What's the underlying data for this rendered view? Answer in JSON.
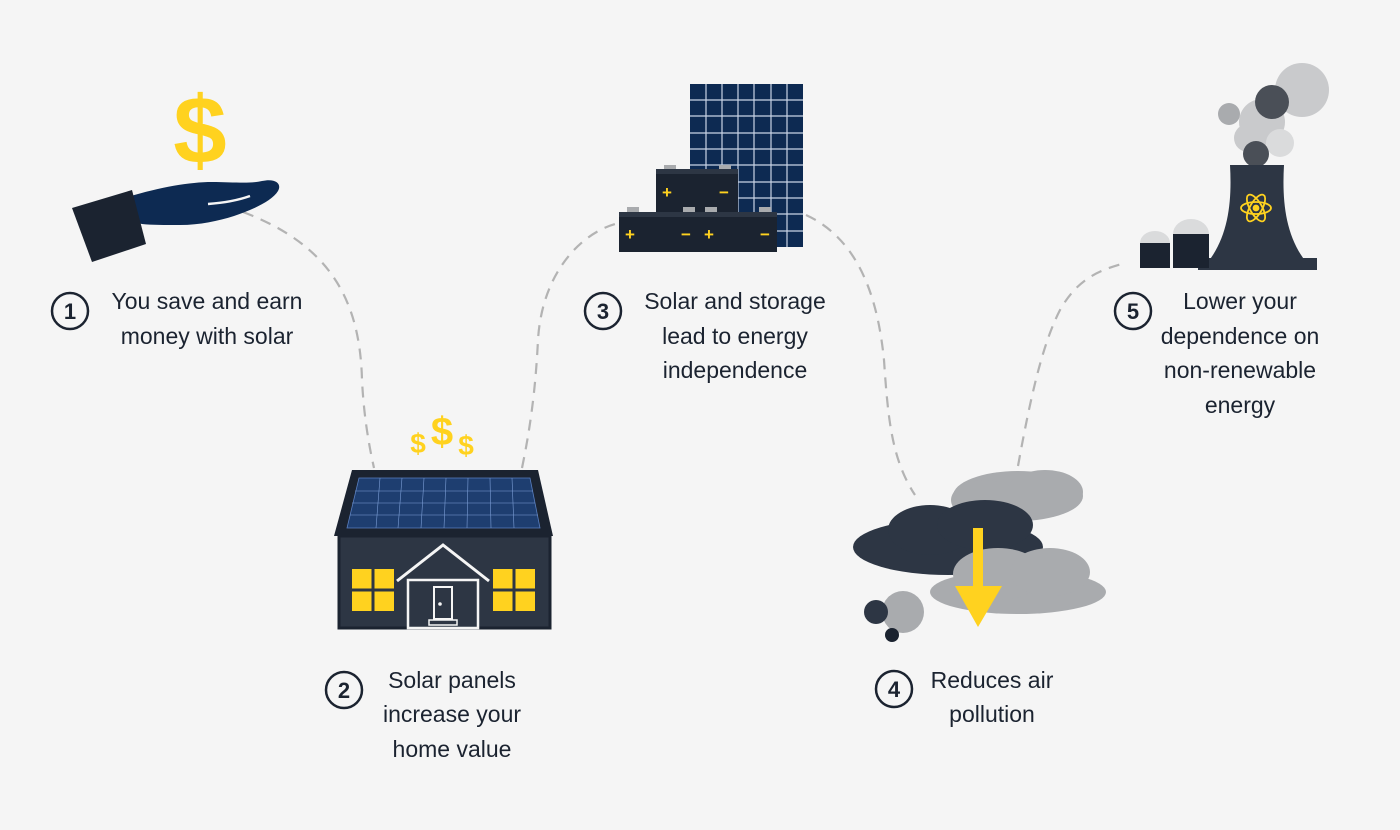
{
  "benefits": [
    {
      "number": "1",
      "lines": [
        "You save and earn",
        "money with solar"
      ],
      "icon": "hand-with-dollar-icon"
    },
    {
      "number": "2",
      "lines": [
        "Solar panels",
        "increase your",
        "home value"
      ],
      "icon": "house-with-solar-panels-icon"
    },
    {
      "number": "3",
      "lines": [
        "Solar and storage",
        "lead to energy",
        "independence"
      ],
      "icon": "solar-panel-and-batteries-icon"
    },
    {
      "number": "4",
      "lines": [
        "Reduces air",
        "pollution"
      ],
      "icon": "pollution-clouds-down-arrow-icon"
    },
    {
      "number": "5",
      "lines": [
        "Lower your",
        "dependence on",
        "non-renewable",
        "energy"
      ],
      "icon": "nuclear-plant-icon"
    }
  ],
  "symbols": {
    "dollar": "$",
    "plus": "+",
    "minus": "−"
  },
  "colors": {
    "background": "#f5f5f5",
    "navy": "#1b2330",
    "dark_slate": "#2d3644",
    "yellow": "#ffd21f",
    "panel_blue": "#16325c",
    "grey_cloud": "#a9abae",
    "dashed_line": "#b3b3b3"
  }
}
